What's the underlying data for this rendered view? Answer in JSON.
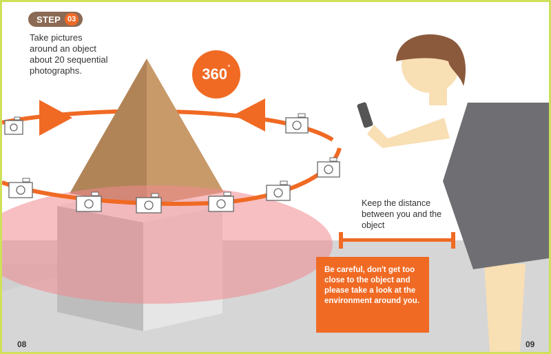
{
  "step": {
    "label": "STEP",
    "number": "03"
  },
  "instruction": "Take pictures around an object about 20 sequential photographs.",
  "rotation": {
    "value": "360",
    "symbol": "°"
  },
  "distance_note": "Keep the distance between you and the object",
  "warning": "Be careful, don't get too close to the object and please take a look at the environment around you.",
  "pages": {
    "left": "08",
    "right": "09"
  },
  "colors": {
    "accent": "#f06a24",
    "badge": "#8b6a55",
    "pyramid_light": "#c8a071",
    "pyramid_dark": "#a8794d",
    "hair": "#8b5a3c",
    "skin": "#f8dfb4",
    "dress": "#6f6f73",
    "zone": "#f08a90",
    "frame": "#cfe05a"
  },
  "icons": [
    "camera-icon",
    "arrow-right-icon",
    "arrow-left-icon",
    "phone-icon"
  ]
}
